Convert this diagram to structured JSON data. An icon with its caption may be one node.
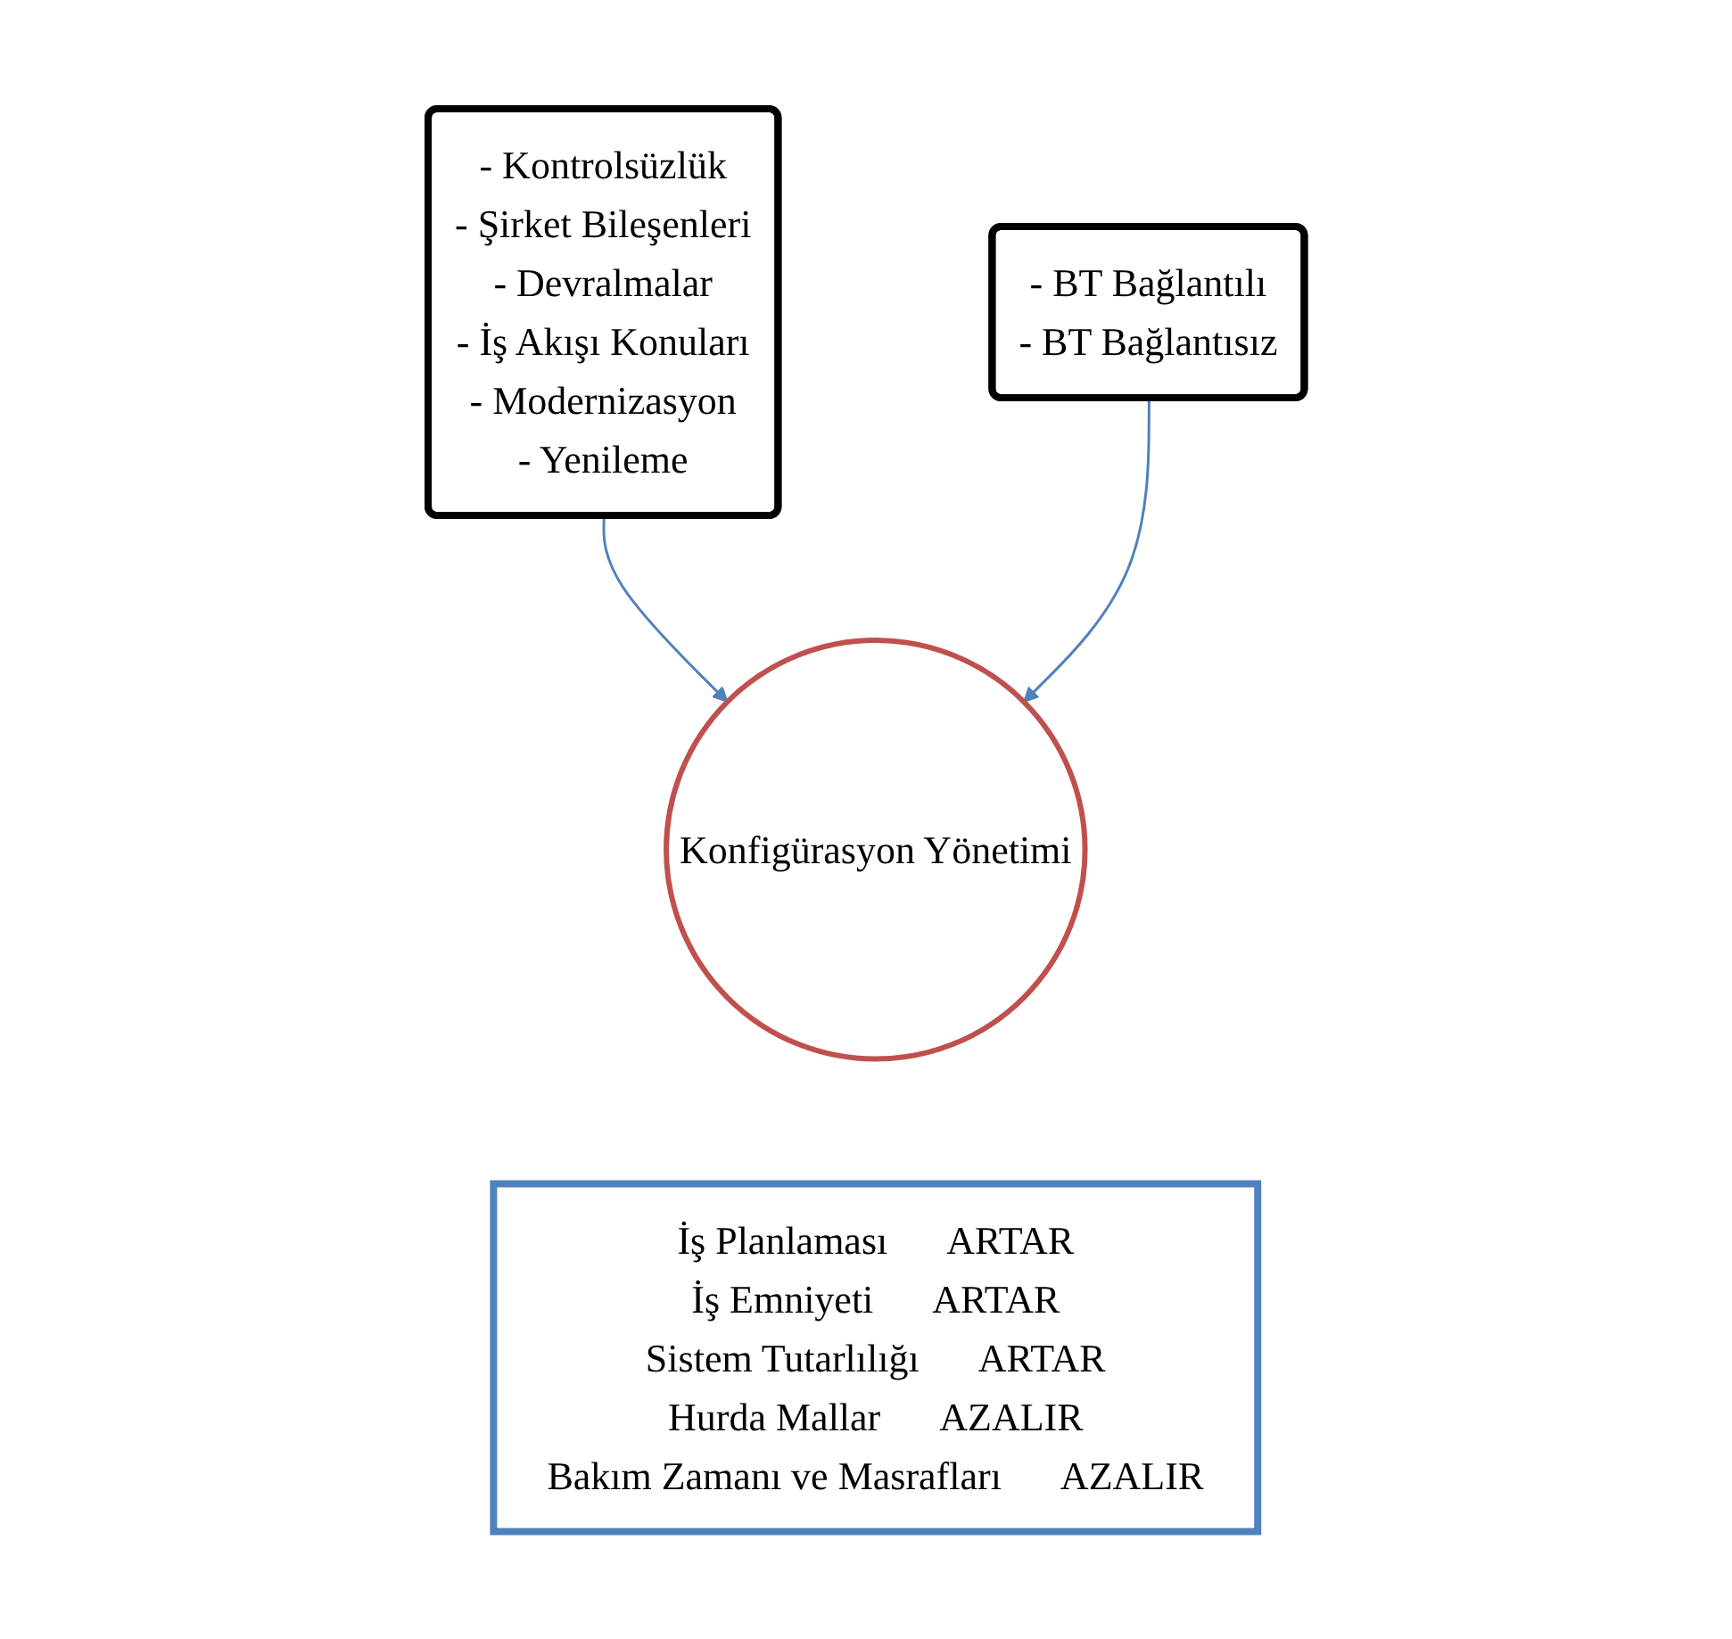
{
  "diagram": {
    "nodes": [
      {
        "text": [
          "- Kontrolsüzlük",
          "- Şirket Bileşenleri",
          "- Devralmalar",
          "- İş Akışı Konuları",
          "- Modernizasyon",
          "- Yenileme"
        ]
      },
      {
        "text": [
          "- BT Bağlantılı",
          "- BT Bağlantısız"
        ]
      },
      {
        "text": [
          "Konfigürasyon Yönetimi"
        ]
      },
      {
        "text": [
          "İş Planlaması",
          "ARTAR",
          "İş Emniyeti",
          "ARTAR",
          "Sistem Tutarlılığı",
          "ARTAR",
          "Hurda Mallar",
          "AZALIR",
          "Bakım Zamanı ve Masrafları",
          "AZALIR"
        ]
      }
    ],
    "edges": [
      {
        "from": 0,
        "to": 2,
        "arrow": "to"
      },
      {
        "from": 1,
        "to": 2,
        "arrow": "to"
      }
    ]
  }
}
